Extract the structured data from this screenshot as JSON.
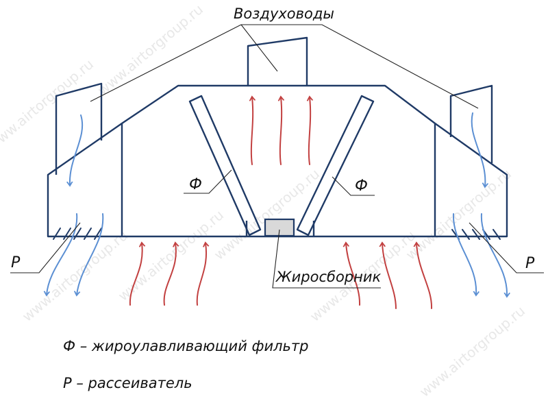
{
  "labels": {
    "ducts": "Воздуховоды",
    "filter_left": "Ф",
    "filter_right": "Ф",
    "diffuser_left": "Р",
    "diffuser_right": "Р",
    "grease_collector": "Жиросборник"
  },
  "legend": {
    "filter": "Ф – жироулавливающий фильтр",
    "diffuser": "Р – рассеиватель"
  },
  "watermark": "www.airtorgroup.ru",
  "colors": {
    "outline": "#1f3a66",
    "exhaust_arrows": "#c24040",
    "supply_arrows": "#5b8fd3",
    "leader_lines": "#222222"
  }
}
